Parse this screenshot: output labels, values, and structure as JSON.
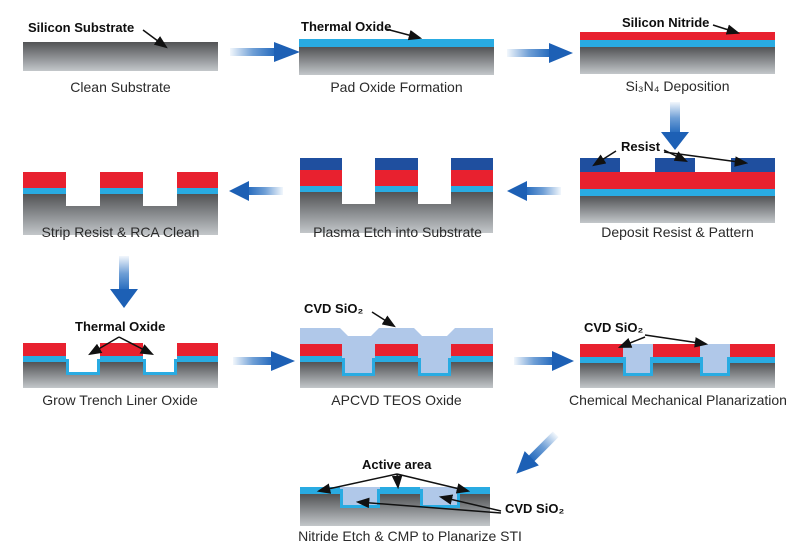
{
  "figure": {
    "background": "#ffffff",
    "type": "process-flow-diagram"
  },
  "steps": [
    {
      "id": "clean-substrate",
      "caption": "Clean Substrate",
      "annotation": "Silicon Substrate"
    },
    {
      "id": "pad-oxide",
      "caption": "Pad Oxide Formation",
      "annotation": "Thermal Oxide"
    },
    {
      "id": "nitride-deposition",
      "caption": "Si₃N₄ Deposition",
      "annotation": "Silicon Nitride"
    },
    {
      "id": "deposit-resist",
      "caption": "Deposit Resist & Pattern",
      "annotation": "Resist"
    },
    {
      "id": "plasma-etch",
      "caption": "Plasma Etch into Substrate"
    },
    {
      "id": "strip-resist",
      "caption": "Strip Resist & RCA Clean"
    },
    {
      "id": "trench-liner",
      "caption": "Grow Trench Liner Oxide",
      "annotation": "Thermal Oxide"
    },
    {
      "id": "apcvd-teos",
      "caption": "APCVD TEOS Oxide",
      "annotation": "CVD SiO₂"
    },
    {
      "id": "cmp",
      "caption": "Chemical Mechanical Planarization",
      "annotation": "CVD SiO₂"
    },
    {
      "id": "sti-planarize",
      "caption": "Nitride Etch & CMP to Planarize STI",
      "annotation_active": "Active area",
      "annotation_cvd": "CVD SiO₂"
    }
  ],
  "colors": {
    "silicon_gradient_top": "#525355",
    "silicon_gradient_bottom": "#c3c7ca",
    "thermal_oxide_cyan": "#29abe2",
    "silicon_nitride_red": "#e8212f",
    "photoresist_blue": "#1f4f9f",
    "cvd_oxide_periwinkle": "#b0c8e9",
    "flow_arrow_blue": "#1d60b5",
    "annotation_black": "#111111"
  }
}
